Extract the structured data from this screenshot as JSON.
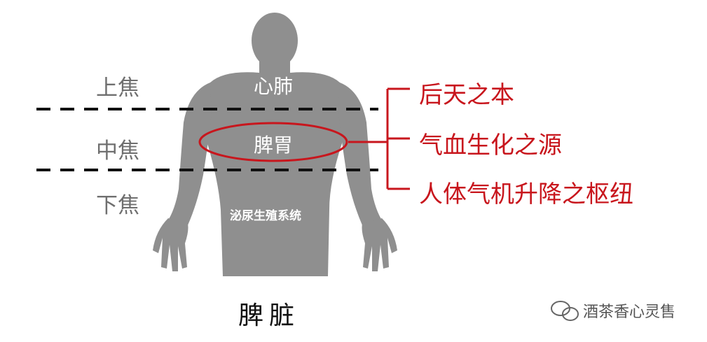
{
  "zones": {
    "upper": "上焦",
    "middle": "中焦",
    "lower": "下焦"
  },
  "organs": {
    "heart_lung": "心肺",
    "spleen_stomach": "脾胃",
    "urogenital": "泌尿生殖系统"
  },
  "functions": [
    "后天之本",
    "气血生化之源",
    "人体气机升降之枢纽"
  ],
  "caption": "脾脏",
  "watermark": "酒茶香心灵售",
  "colors": {
    "body": "#8f8f8f",
    "highlight_red": "#c8161d",
    "zone_text": "#6f6f6f",
    "divider": "#111111"
  }
}
